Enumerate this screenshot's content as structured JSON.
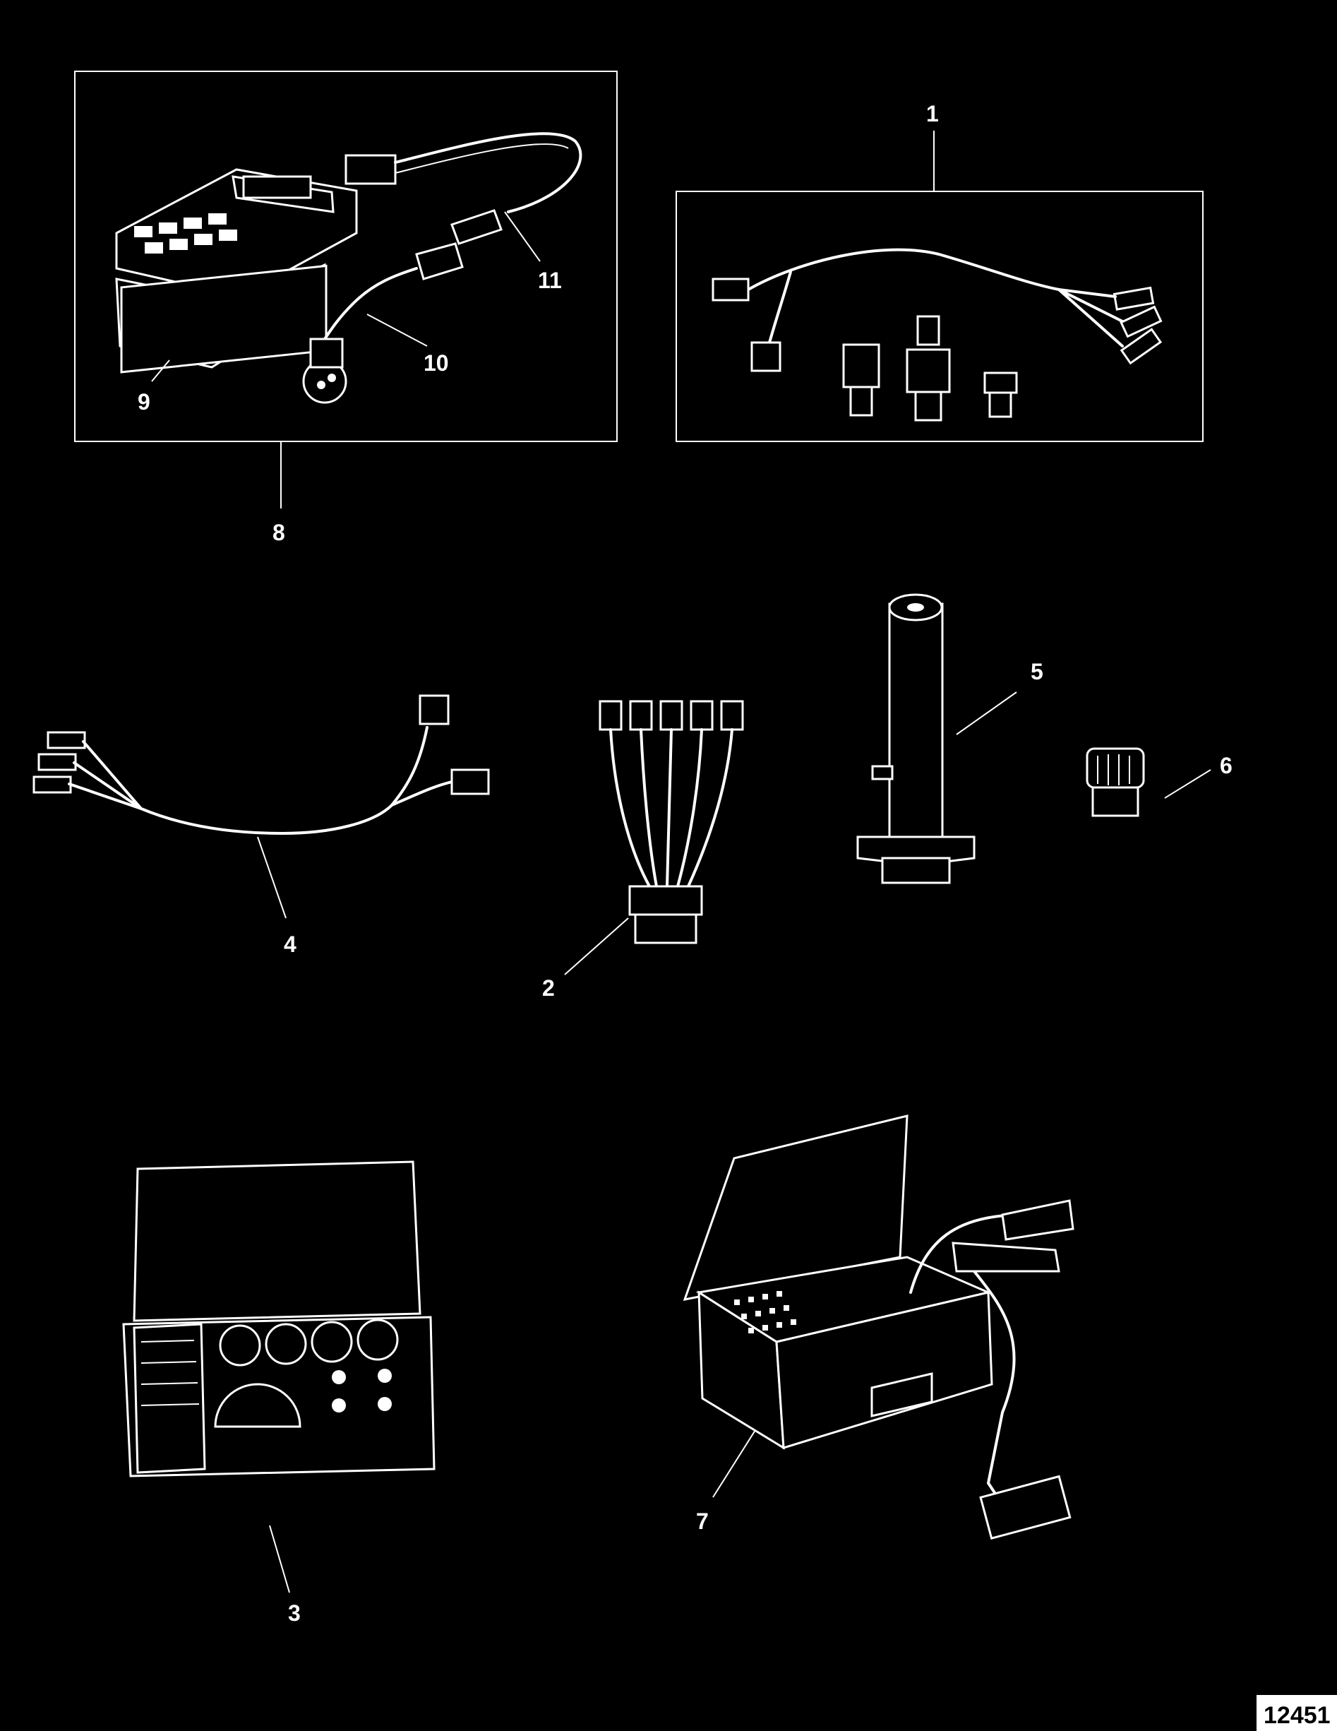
{
  "diagram": {
    "callouts": {
      "c1": "1",
      "c2": "2",
      "c3": "3",
      "c4": "4",
      "c5": "5",
      "c6": "6",
      "c7": "7",
      "c8": "8",
      "c9": "9",
      "c10": "10",
      "c11": "11"
    },
    "figure_number": "12451"
  },
  "colors": {
    "background": "#000000",
    "line": "#ffffff"
  }
}
